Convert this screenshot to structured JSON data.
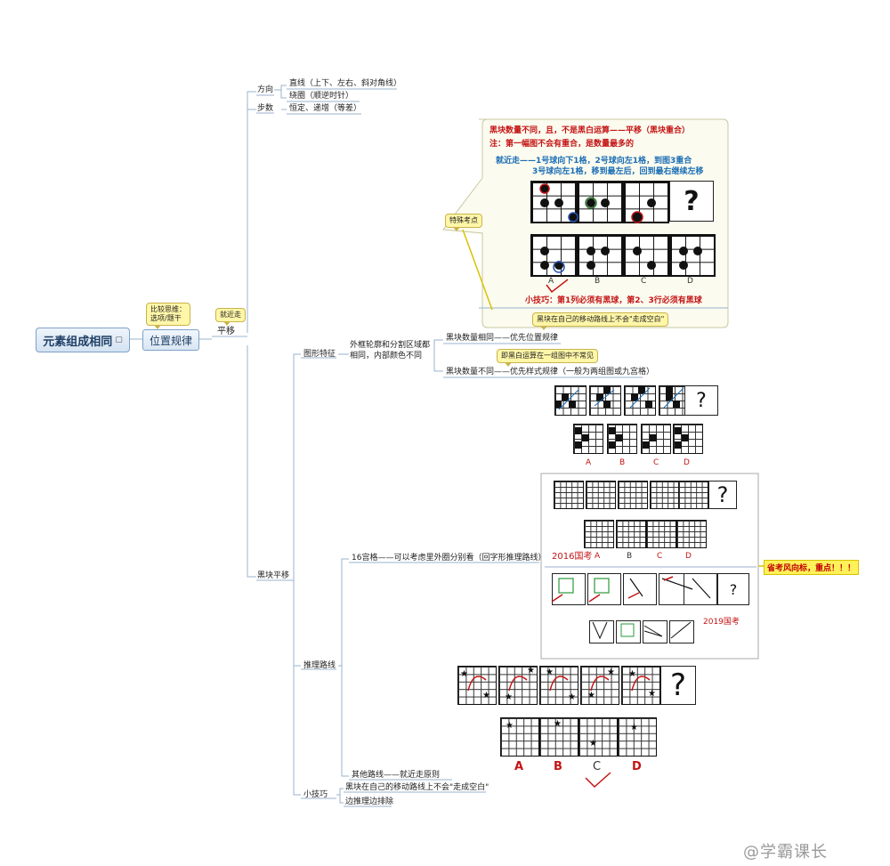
{
  "root": {
    "title": "元素组成相同",
    "icon": "note-icon"
  },
  "level1": {
    "label": "位置规律",
    "callout": "比较思维：\n选项/题干"
  },
  "pingyi": {
    "label": "平移",
    "callout": "就近走",
    "fangxiang": {
      "label": "方向",
      "items": [
        "直线（上下、左右、斜对角线）",
        "绕圈（顺逆时针）"
      ]
    },
    "bushu": {
      "label": "步数",
      "items": [
        "恒定、递增（等差）"
      ]
    },
    "special": {
      "tag": "特殊考点",
      "line1": "黑块数量不同，且，不是黑白运算——平移（黑块重合）",
      "line2": "注：第一幅图不会有重合，是数量最多的",
      "blue1": "就近走——1号球向下1格，2号球向左1格，到图3重合",
      "blue2": "3号球向左1格，移到最左后，回到最右继续左移",
      "question": "?",
      "options": [
        "A",
        "B",
        "C",
        "D"
      ],
      "tip": "小技巧：第1列必须有黑球，第2、3行必须有黑球",
      "footnote": "黑块在自己的移动路线上不会\"走成空白\""
    }
  },
  "heikuai": {
    "label": "黑块平移",
    "tuxing": {
      "label": "图形特征",
      "desc_line1": "外框轮廓和分割区域都",
      "desc_line2": "相同，内部颜色不同",
      "same": "黑块数量相同——优先位置规律",
      "callout": "即黑白运算在一组图中不常见",
      "diff": "黑块数量不同——优先样式规律（一般为两组图或九宫格）",
      "question": "?",
      "options": [
        "A",
        "B",
        "C",
        "D"
      ]
    },
    "tuili": {
      "label": "推理路线",
      "gong16": "16宫格——可以考虑里外圈分别看（回字形推理路线）",
      "year2016": "2016国考",
      "year2019": "2019国考",
      "highlight": "省考风向标，重点！！！",
      "other": "其他路线——就近走原则",
      "question": "?",
      "options": [
        "A",
        "B",
        "C",
        "D"
      ]
    },
    "jiqiao": {
      "label": "小技巧",
      "items": [
        "黑块在自己的移动路线上不会\"走成空白\"",
        "边推理边排除"
      ]
    }
  },
  "watermark": "@学霸课长",
  "colors": {
    "accent": "#1f3f66",
    "red": "#c41414",
    "blue": "#1a6db5",
    "callout": "#fff6a8"
  }
}
